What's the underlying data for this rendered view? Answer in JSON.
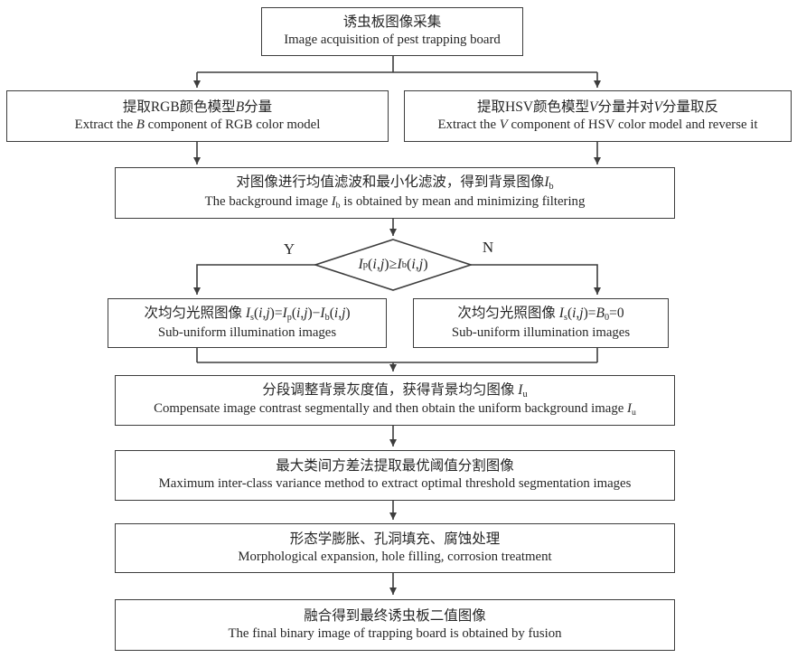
{
  "palette": {
    "line": "#3d3d3d",
    "text": "#262626",
    "background": "#ffffff"
  },
  "decision_labels": {
    "yes": "Y",
    "no": "N"
  },
  "nodes": {
    "acquisition": {
      "zh": [
        {
          "t": "诱虫板图像采集"
        }
      ],
      "en": [
        {
          "t": "Image acquisition of pest trapping board"
        }
      ]
    },
    "extract_rgb": {
      "zh": [
        {
          "t": "提取RGB颜色模型"
        },
        {
          "t": "B",
          "i": true
        },
        {
          "t": "分量"
        }
      ],
      "en": [
        {
          "t": "Extract the "
        },
        {
          "t": "B",
          "i": true
        },
        {
          "t": " component of RGB color model"
        }
      ]
    },
    "extract_hsv": {
      "zh": [
        {
          "t": "提取HSV颜色模型"
        },
        {
          "t": "V",
          "i": true
        },
        {
          "t": "分量并对"
        },
        {
          "t": "V",
          "i": true
        },
        {
          "t": "分量取反"
        }
      ],
      "en": [
        {
          "t": "Extract the "
        },
        {
          "t": "V",
          "i": true
        },
        {
          "t": " component of HSV color model and reverse it"
        }
      ]
    },
    "background_filter": {
      "zh": [
        {
          "t": "对图像进行均值滤波和最小化滤波，得到背景图像"
        },
        {
          "t": "I",
          "i": true
        },
        {
          "t": "b",
          "sub": true
        }
      ],
      "en": [
        {
          "t": "The background image "
        },
        {
          "t": "I",
          "i": true
        },
        {
          "t": "b",
          "sub": true
        },
        {
          "t": " is obtained by mean and minimizing filtering"
        }
      ]
    },
    "decision": {
      "expr": [
        {
          "t": "I",
          "i": true
        },
        {
          "t": "p",
          "sub": true
        },
        {
          "t": "("
        },
        {
          "t": "i",
          "i": true
        },
        {
          "t": ","
        },
        {
          "t": "j",
          "i": true
        },
        {
          "t": ")≥"
        },
        {
          "t": "I",
          "i": true
        },
        {
          "t": "b",
          "sub": true
        },
        {
          "t": "("
        },
        {
          "t": "i",
          "i": true
        },
        {
          "t": ","
        },
        {
          "t": "j",
          "i": true
        },
        {
          "t": ")"
        }
      ]
    },
    "sub_illum_yes": {
      "zh": [
        {
          "t": "次均匀光照图像 "
        },
        {
          "t": "I",
          "i": true
        },
        {
          "t": "s",
          "sub": true
        },
        {
          "t": "("
        },
        {
          "t": "i",
          "i": true
        },
        {
          "t": ","
        },
        {
          "t": "j",
          "i": true
        },
        {
          "t": ")="
        },
        {
          "t": "I",
          "i": true
        },
        {
          "t": "p",
          "sub": true
        },
        {
          "t": "("
        },
        {
          "t": "i",
          "i": true
        },
        {
          "t": ","
        },
        {
          "t": "j",
          "i": true
        },
        {
          "t": ")−"
        },
        {
          "t": "I",
          "i": true
        },
        {
          "t": "b",
          "sub": true
        },
        {
          "t": "("
        },
        {
          "t": "i",
          "i": true
        },
        {
          "t": ","
        },
        {
          "t": "j",
          "i": true
        },
        {
          "t": ")"
        }
      ],
      "en": [
        {
          "t": "Sub-uniform illumination images"
        }
      ]
    },
    "sub_illum_no": {
      "zh": [
        {
          "t": "次均匀光照图像 "
        },
        {
          "t": "I",
          "i": true
        },
        {
          "t": "s",
          "sub": true
        },
        {
          "t": "("
        },
        {
          "t": "i",
          "i": true
        },
        {
          "t": ","
        },
        {
          "t": "j",
          "i": true
        },
        {
          "t": ")="
        },
        {
          "t": "B",
          "i": true
        },
        {
          "t": "0",
          "sub": true
        },
        {
          "t": "=0"
        }
      ],
      "en": [
        {
          "t": "Sub-uniform illumination images"
        }
      ]
    },
    "uniform_background": {
      "zh": [
        {
          "t": "分段调整背景灰度值，获得背景均匀图像 "
        },
        {
          "t": "I",
          "i": true
        },
        {
          "t": "u",
          "sub": true
        }
      ],
      "en": [
        {
          "t": "Compensate image contrast segmentally and then obtain the uniform background image "
        },
        {
          "t": "I",
          "i": true
        },
        {
          "t": "u",
          "sub": true
        }
      ]
    },
    "otsu_threshold": {
      "zh": [
        {
          "t": "最大类间方差法提取最优阈值分割图像"
        }
      ],
      "en": [
        {
          "t": "Maximum inter-class variance method to extract optimal threshold segmentation images"
        }
      ]
    },
    "morphology": {
      "zh": [
        {
          "t": "形态学膨胀、孔洞填充、腐蚀处理"
        }
      ],
      "en": [
        {
          "t": "Morphological expansion, hole filling, corrosion treatment"
        }
      ]
    },
    "fusion": {
      "zh": [
        {
          "t": "融合得到最终诱虫板二值图像"
        }
      ],
      "en": [
        {
          "t": "The final binary image of trapping board is obtained by fusion"
        }
      ]
    }
  }
}
